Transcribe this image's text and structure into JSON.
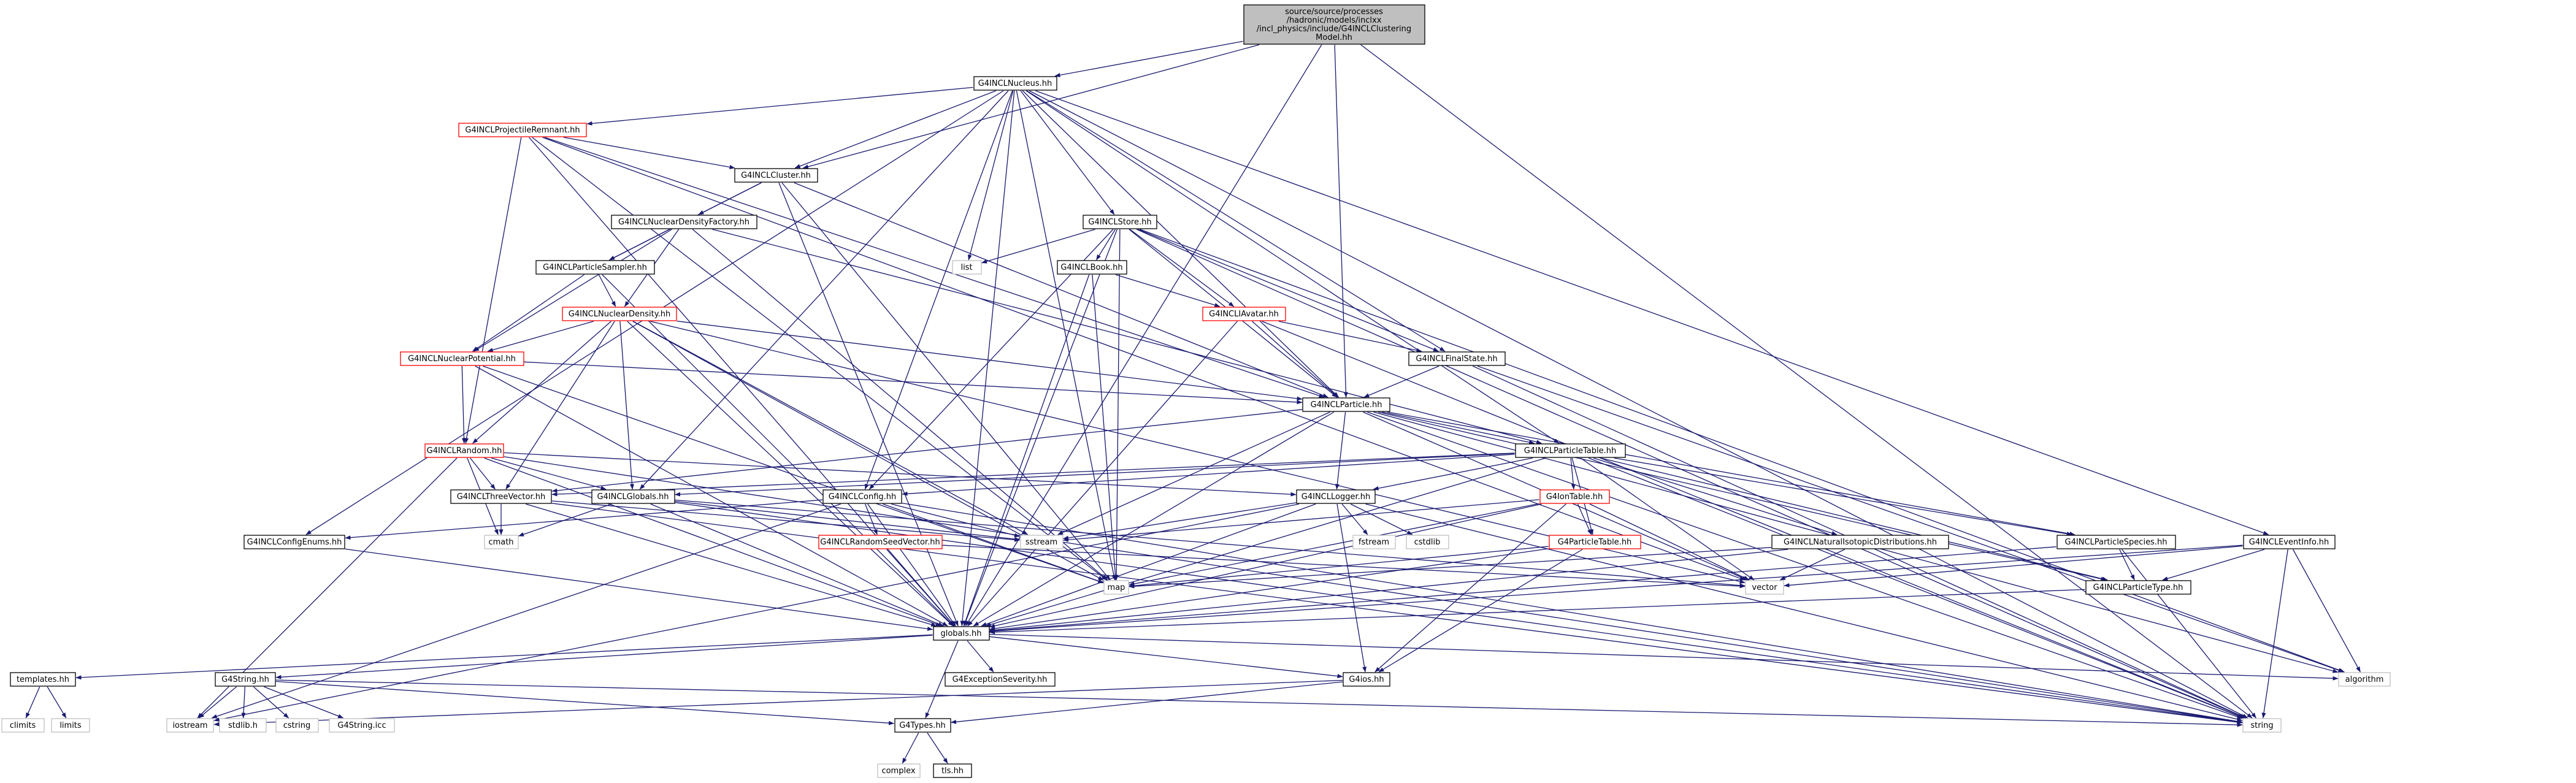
{
  "diagram": {
    "title": "",
    "colors": {
      "edge": "#191970",
      "node_border_black": "#000000",
      "node_border_red": "#ff0000",
      "node_border_gray": "#bfbfbf",
      "root_fill": "#bfbfbf"
    },
    "nodes": [
      {
        "id": "root",
        "style": "root",
        "lines": [
          "source/source/processes",
          "/hadronic/models/inclxx",
          "/incl_physics/include/G4INCLClustering",
          "Model.hh"
        ]
      },
      {
        "id": "nucleus",
        "style": "black",
        "lines": [
          "G4INCLNucleus.hh"
        ]
      },
      {
        "id": "projrem",
        "style": "red",
        "lines": [
          "G4INCLProjectileRemnant.hh"
        ]
      },
      {
        "id": "cluster",
        "style": "black",
        "lines": [
          "G4INCLCluster.hh"
        ]
      },
      {
        "id": "ndfact",
        "style": "black",
        "lines": [
          "G4INCLNuclearDensityFactory.hh"
        ]
      },
      {
        "id": "psampler",
        "style": "black",
        "lines": [
          "G4INCLParticleSampler.hh"
        ]
      },
      {
        "id": "ndens",
        "style": "red",
        "lines": [
          "G4INCLNuclearDensity.hh"
        ]
      },
      {
        "id": "npot",
        "style": "red",
        "lines": [
          "G4INCLNuclearPotential.hh"
        ]
      },
      {
        "id": "random",
        "style": "red",
        "lines": [
          "G4INCLRandom.hh"
        ]
      },
      {
        "id": "threevec",
        "style": "black",
        "lines": [
          "G4INCLThreeVector.hh"
        ]
      },
      {
        "id": "globals",
        "style": "black",
        "lines": [
          "G4INCLGlobals.hh"
        ]
      },
      {
        "id": "cfgenums",
        "style": "black",
        "lines": [
          "G4INCLConfigEnums.hh"
        ]
      },
      {
        "id": "store",
        "style": "black",
        "lines": [
          "G4INCLStore.hh"
        ]
      },
      {
        "id": "book",
        "style": "black",
        "lines": [
          "G4INCLBook.hh"
        ]
      },
      {
        "id": "avatar",
        "style": "red",
        "lines": [
          "G4INCLIAvatar.hh"
        ]
      },
      {
        "id": "finalstate",
        "style": "black",
        "lines": [
          "G4INCLFinalState.hh"
        ]
      },
      {
        "id": "particle",
        "style": "black",
        "lines": [
          "G4INCLParticle.hh"
        ]
      },
      {
        "id": "ptable",
        "style": "black",
        "lines": [
          "G4INCLParticleTable.hh"
        ]
      },
      {
        "id": "config",
        "style": "black",
        "lines": [
          "G4INCLConfig.hh"
        ]
      },
      {
        "id": "rseed",
        "style": "red",
        "lines": [
          "G4INCLRandomSeedVector.hh"
        ]
      },
      {
        "id": "logger",
        "style": "black",
        "lines": [
          "G4INCLLogger.hh"
        ]
      },
      {
        "id": "iontable",
        "style": "red",
        "lines": [
          "G4IonTable.hh"
        ]
      },
      {
        "id": "g4ptable",
        "style": "red",
        "lines": [
          "G4ParticleTable.hh"
        ]
      },
      {
        "id": "natiso",
        "style": "black",
        "lines": [
          "G4INCLNaturalIsotopicDistributions.hh"
        ]
      },
      {
        "id": "pspecies",
        "style": "black",
        "lines": [
          "G4INCLParticleSpecies.hh"
        ]
      },
      {
        "id": "ptype",
        "style": "black",
        "lines": [
          "G4INCLParticleType.hh"
        ]
      },
      {
        "id": "eventinfo",
        "style": "black",
        "lines": [
          "G4INCLEventInfo.hh"
        ]
      },
      {
        "id": "globalshh",
        "style": "black",
        "lines": [
          "globals.hh"
        ]
      },
      {
        "id": "templates",
        "style": "black",
        "lines": [
          "templates.hh"
        ]
      },
      {
        "id": "g4string",
        "style": "black",
        "lines": [
          "G4String.hh"
        ]
      },
      {
        "id": "g4exc",
        "style": "black",
        "lines": [
          "G4ExceptionSeverity.hh"
        ]
      },
      {
        "id": "g4ios",
        "style": "black",
        "lines": [
          "G4ios.hh"
        ]
      },
      {
        "id": "g4types",
        "style": "black",
        "lines": [
          "G4Types.hh"
        ]
      },
      {
        "id": "tlshh",
        "style": "black",
        "lines": [
          "tls.hh"
        ]
      },
      {
        "id": "list",
        "style": "gray",
        "lines": [
          "list"
        ]
      },
      {
        "id": "cmath",
        "style": "gray",
        "lines": [
          "cmath"
        ]
      },
      {
        "id": "sstream",
        "style": "gray",
        "lines": [
          "sstream"
        ]
      },
      {
        "id": "fstream",
        "style": "gray",
        "lines": [
          "fstream"
        ]
      },
      {
        "id": "cstdlib",
        "style": "gray",
        "lines": [
          "cstdlib"
        ]
      },
      {
        "id": "map",
        "style": "gray",
        "lines": [
          "map"
        ]
      },
      {
        "id": "vector",
        "style": "gray",
        "lines": [
          "vector"
        ]
      },
      {
        "id": "algorithm",
        "style": "gray",
        "lines": [
          "algorithm"
        ]
      },
      {
        "id": "string",
        "style": "gray",
        "lines": [
          "string"
        ]
      },
      {
        "id": "climits",
        "style": "gray",
        "lines": [
          "climits"
        ]
      },
      {
        "id": "limits",
        "style": "gray",
        "lines": [
          "limits"
        ]
      },
      {
        "id": "iostream",
        "style": "gray",
        "lines": [
          "iostream"
        ]
      },
      {
        "id": "stdlib",
        "style": "gray",
        "lines": [
          "stdlib.h"
        ]
      },
      {
        "id": "cstring",
        "style": "gray",
        "lines": [
          "cstring"
        ]
      },
      {
        "id": "g4stricc",
        "style": "gray",
        "lines": [
          "G4String.icc"
        ]
      },
      {
        "id": "complex",
        "style": "gray",
        "lines": [
          "complex"
        ]
      }
    ],
    "edges": [
      [
        "root",
        "nucleus"
      ],
      [
        "root",
        "cluster"
      ],
      [
        "root",
        "particle"
      ],
      [
        "root",
        "globalshh"
      ],
      [
        "root",
        "string"
      ],
      [
        "nucleus",
        "projrem"
      ],
      [
        "nucleus",
        "cluster"
      ],
      [
        "nucleus",
        "store"
      ],
      [
        "nucleus",
        "finalstate"
      ],
      [
        "nucleus",
        "ptable"
      ],
      [
        "nucleus",
        "config"
      ],
      [
        "nucleus",
        "particle"
      ],
      [
        "nucleus",
        "list"
      ],
      [
        "nucleus",
        "map"
      ],
      [
        "nucleus",
        "globals"
      ],
      [
        "nucleus",
        "cfgenums"
      ],
      [
        "nucleus",
        "eventinfo"
      ],
      [
        "nucleus",
        "globalshh"
      ],
      [
        "nucleus",
        "string"
      ],
      [
        "projrem",
        "cluster"
      ],
      [
        "projrem",
        "random"
      ],
      [
        "projrem",
        "particle"
      ],
      [
        "projrem",
        "map"
      ],
      [
        "projrem",
        "globalshh"
      ],
      [
        "projrem",
        "vector"
      ],
      [
        "cluster",
        "ndfact"
      ],
      [
        "cluster",
        "psampler"
      ],
      [
        "cluster",
        "particle"
      ],
      [
        "cluster",
        "globalshh"
      ],
      [
        "cluster",
        "map"
      ],
      [
        "ndfact",
        "psampler"
      ],
      [
        "ndfact",
        "ndens"
      ],
      [
        "ndfact",
        "npot"
      ],
      [
        "ndfact",
        "map"
      ],
      [
        "ndfact",
        "ptable"
      ],
      [
        "psampler",
        "ndens"
      ],
      [
        "psampler",
        "npot"
      ],
      [
        "psampler",
        "globalshh"
      ],
      [
        "ndens",
        "npot"
      ],
      [
        "ndens",
        "random"
      ],
      [
        "ndens",
        "threevec"
      ],
      [
        "ndens",
        "globals"
      ],
      [
        "ndens",
        "particle"
      ],
      [
        "ndens",
        "map"
      ],
      [
        "ndens",
        "globalshh"
      ],
      [
        "ndens",
        "sstream"
      ],
      [
        "ndens",
        "vector"
      ],
      [
        "npot",
        "random"
      ],
      [
        "npot",
        "particle"
      ],
      [
        "npot",
        "globalshh"
      ],
      [
        "npot",
        "map"
      ],
      [
        "random",
        "threevec"
      ],
      [
        "random",
        "globals"
      ],
      [
        "random",
        "logger"
      ],
      [
        "random",
        "cmath"
      ],
      [
        "random",
        "globalshh"
      ],
      [
        "random",
        "iostream"
      ],
      [
        "random",
        "string"
      ],
      [
        "threevec",
        "cmath"
      ],
      [
        "threevec",
        "sstream"
      ],
      [
        "threevec",
        "globalshh"
      ],
      [
        "threevec",
        "string"
      ],
      [
        "globals",
        "cmath"
      ],
      [
        "globals",
        "sstream"
      ],
      [
        "globals",
        "globalshh"
      ],
      [
        "globals",
        "string"
      ],
      [
        "globals",
        "vector"
      ],
      [
        "cfgenums",
        "globalshh"
      ],
      [
        "store",
        "list"
      ],
      [
        "store",
        "book"
      ],
      [
        "store",
        "avatar"
      ],
      [
        "store",
        "config"
      ],
      [
        "store",
        "particle"
      ],
      [
        "store",
        "map"
      ],
      [
        "store",
        "globalshh"
      ],
      [
        "store",
        "string"
      ],
      [
        "store",
        "algorithm"
      ],
      [
        "store",
        "finalstate"
      ],
      [
        "book",
        "avatar"
      ],
      [
        "book",
        "map"
      ],
      [
        "book",
        "globalshh"
      ],
      [
        "avatar",
        "particle"
      ],
      [
        "avatar",
        "finalstate"
      ],
      [
        "avatar",
        "globalshh"
      ],
      [
        "avatar",
        "string"
      ],
      [
        "finalstate",
        "particle"
      ],
      [
        "finalstate",
        "string"
      ],
      [
        "finalstate",
        "algorithm"
      ],
      [
        "particle",
        "ptable"
      ],
      [
        "particle",
        "threevec"
      ],
      [
        "particle",
        "logger"
      ],
      [
        "particle",
        "globalshh"
      ],
      [
        "particle",
        "sstream"
      ],
      [
        "particle",
        "vector"
      ],
      [
        "particle",
        "algorithm"
      ],
      [
        "particle",
        "string"
      ],
      [
        "particle",
        "pspecies"
      ],
      [
        "particle",
        "ptype"
      ],
      [
        "ptable",
        "iontable"
      ],
      [
        "ptable",
        "g4ptable"
      ],
      [
        "ptable",
        "logger"
      ],
      [
        "ptable",
        "config"
      ],
      [
        "ptable",
        "globals"
      ],
      [
        "ptable",
        "threevec"
      ],
      [
        "ptable",
        "natiso"
      ],
      [
        "ptable",
        "pspecies"
      ],
      [
        "ptable",
        "ptype"
      ],
      [
        "ptable",
        "vector"
      ],
      [
        "ptable",
        "globalshh"
      ],
      [
        "ptable",
        "string"
      ],
      [
        "config",
        "rseed"
      ],
      [
        "config",
        "cfgenums"
      ],
      [
        "config",
        "globalshh"
      ],
      [
        "config",
        "iostream"
      ],
      [
        "config",
        "string"
      ],
      [
        "config",
        "sstream"
      ],
      [
        "config",
        "map"
      ],
      [
        "rseed",
        "globalshh"
      ],
      [
        "rseed",
        "vector"
      ],
      [
        "logger",
        "sstream"
      ],
      [
        "logger",
        "fstream"
      ],
      [
        "logger",
        "cstdlib"
      ],
      [
        "logger",
        "globalshh"
      ],
      [
        "logger",
        "g4ios"
      ],
      [
        "logger",
        "iostream"
      ],
      [
        "logger",
        "string"
      ],
      [
        "iontable",
        "g4ptable"
      ],
      [
        "iontable",
        "globalshh"
      ],
      [
        "iontable",
        "sstream"
      ],
      [
        "iontable",
        "vector"
      ],
      [
        "iontable",
        "map"
      ],
      [
        "iontable",
        "g4ios"
      ],
      [
        "g4ptable",
        "globalshh"
      ],
      [
        "g4ptable",
        "g4ios"
      ],
      [
        "g4ptable",
        "map"
      ],
      [
        "natiso",
        "vector"
      ],
      [
        "natiso",
        "map"
      ],
      [
        "natiso",
        "globalshh"
      ],
      [
        "pspecies",
        "ptype"
      ],
      [
        "pspecies",
        "globalshh"
      ],
      [
        "pspecies",
        "string"
      ],
      [
        "ptype",
        "globalshh"
      ],
      [
        "eventinfo",
        "ptype"
      ],
      [
        "eventinfo",
        "globalshh"
      ],
      [
        "eventinfo",
        "vector"
      ],
      [
        "eventinfo",
        "algorithm"
      ],
      [
        "eventinfo",
        "string"
      ],
      [
        "globalshh",
        "templates"
      ],
      [
        "globalshh",
        "g4string"
      ],
      [
        "globalshh",
        "g4exc"
      ],
      [
        "globalshh",
        "g4ios"
      ],
      [
        "globalshh",
        "g4types"
      ],
      [
        "globalshh",
        "algorithm"
      ],
      [
        "templates",
        "climits"
      ],
      [
        "templates",
        "limits"
      ],
      [
        "g4string",
        "iostream"
      ],
      [
        "g4string",
        "stdlib"
      ],
      [
        "g4string",
        "cstring"
      ],
      [
        "g4string",
        "g4stricc"
      ],
      [
        "g4string",
        "g4types"
      ],
      [
        "g4string",
        "string"
      ],
      [
        "g4ios",
        "iostream"
      ],
      [
        "g4ios",
        "g4types"
      ],
      [
        "g4types",
        "complex"
      ],
      [
        "g4types",
        "tlshh"
      ]
    ]
  }
}
